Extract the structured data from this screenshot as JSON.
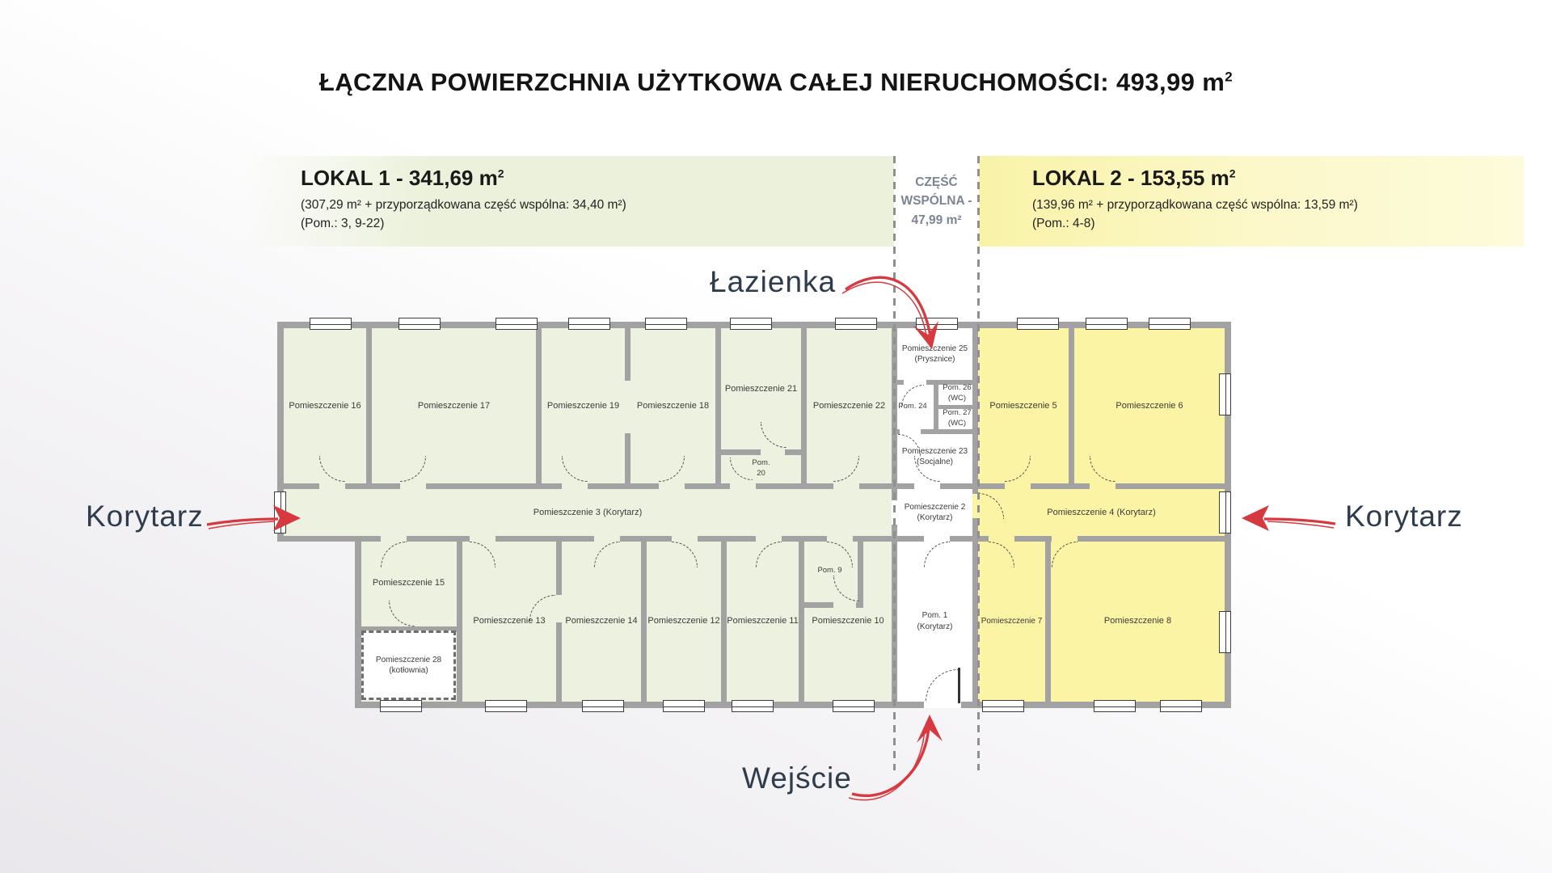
{
  "title": {
    "main": "ŁĄCZNA POWIERZCHNIA UŻYTKOWA CAŁEJ NIERUCHOMOŚCI: 493,99 m",
    "sup": "2"
  },
  "legend": {
    "lokal1": {
      "title": "LOKAL 1 - 341,69 m",
      "title_sup": "2",
      "details": "(307,29 m² + przyporządkowana część wspólna: 34,40 m²)",
      "rooms": "(Pom.: 3, 9-22)"
    },
    "czesc_wspolna": {
      "line1": "CZĘŚĆ",
      "line2": "WSPÓLNA -",
      "line3": "47,99 m²"
    },
    "lokal2": {
      "title": "LOKAL 2 - 153,55 m",
      "title_sup": "2",
      "details": "(139,96 m² + przyporządkowana część wspólna: 13,59 m²)",
      "rooms": "(Pom.: 4-8)"
    }
  },
  "annotations": {
    "bathroom": "Łazienka",
    "corridor_left": "Korytarz",
    "corridor_right": "Korytarz",
    "entrance": "Wejście"
  },
  "rooms": {
    "p1": {
      "label": "Pom. 1",
      "sub": "(Korytarz)"
    },
    "p2": {
      "label": "Pomieszczenie 2",
      "sub": "(Korytarz)"
    },
    "p3": {
      "label": "Pomieszczenie 3 (Korytarz)"
    },
    "p4": {
      "label": "Pomieszczenie 4 (Korytarz)"
    },
    "p5": {
      "label": "Pomieszczenie 5"
    },
    "p6": {
      "label": "Pomieszczenie 6"
    },
    "p7": {
      "label": "Pomieszczenie 7"
    },
    "p8": {
      "label": "Pomieszczenie 8"
    },
    "p9": {
      "label": "Pom. 9"
    },
    "p10": {
      "label": "Pomieszczenie 10"
    },
    "p11": {
      "label": "Pomieszczenie 11"
    },
    "p12": {
      "label": "Pomieszczenie 12"
    },
    "p13": {
      "label": "Pomieszczenie 13"
    },
    "p14": {
      "label": "Pomieszczenie 14"
    },
    "p15": {
      "label": "Pomieszczenie 15"
    },
    "p16": {
      "label": "Pomieszczenie 16"
    },
    "p17": {
      "label": "Pomieszczenie 17"
    },
    "p18": {
      "label": "Pomieszczenie 18"
    },
    "p19": {
      "label": "Pomieszczenie 19"
    },
    "p20": {
      "label": "Pom. 20"
    },
    "p21": {
      "label": "Pomieszczenie 21"
    },
    "p22": {
      "label": "Pomieszczenie 22"
    },
    "p23": {
      "label": "Pomieszczenie 23",
      "sub": "(Socjalne)"
    },
    "p24": {
      "label": "Pom. 24"
    },
    "p25": {
      "label": "Pomieszczenie 25",
      "sub": "(Prysznice)"
    },
    "p26": {
      "label": "Pom. 26",
      "sub": "(WC)"
    },
    "p27": {
      "label": "Pom. 27",
      "sub": "(WC)"
    },
    "p28": {
      "label": "Pomieszczenie 28",
      "sub": "(kotłownia)"
    }
  },
  "colors": {
    "lokal1_fill": "#edf2e0",
    "lokal2_fill": "#fbf4a4",
    "common_fill": "#ffffff",
    "wall": "#a2a2a2",
    "arrow_red": "#d6393f",
    "annotation_text": "#2e3c4b",
    "common_text": "#7d8494"
  }
}
